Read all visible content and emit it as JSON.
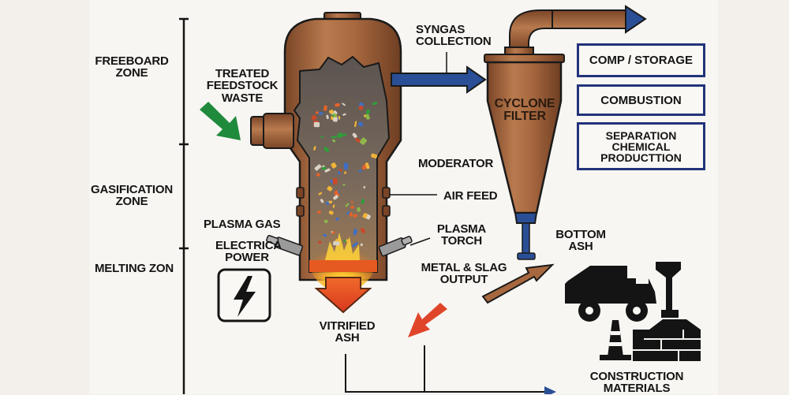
{
  "diagram": {
    "title": "Plasma Gasification Process",
    "zones": [
      {
        "label": "FREEBOARD\nZONE"
      },
      {
        "label": "GASIFICATION\nZONE"
      },
      {
        "label": "MELTING ZON"
      }
    ],
    "labels": {
      "treated_feedstock": "TREATED\nFEEDSTOCK\nWASTE",
      "syngas_collection": "SYNGAS\nCOLLECTION",
      "cyclone_filter": "CYCLONE\nFILTER",
      "moderator": "MODERATOR",
      "air_feed": "AIR FEED",
      "plasma_gas": "PLASMA GAS",
      "electrical_power": "ELECTRICA\nPOWER",
      "plasma_torch": "PLASMA\nTORCH",
      "metal_slag_output": "METAL & SLAG\nOUTPUT",
      "bottom_ash": "BOTTOM\nASH",
      "vitrified_ash": "VITRIFIED\nASH",
      "construction_materials": "CONSTRUCTION\nMATERIALS"
    },
    "outputs": [
      {
        "label": "COMP / STORAGE"
      },
      {
        "label": "COMBUSTION"
      },
      {
        "label": "SEPARATION\nCHEMICAL\nPRODUCTTION"
      }
    ],
    "icons": {
      "power": "lightning-bolt-icon",
      "construction": "dump-truck-traffic-cone-bricks-icon"
    },
    "colors": {
      "copper": "#a8683f",
      "copper_dark": "#6b3d22",
      "syngas_arrow": "#2a4f96",
      "feed_arrow": "#1f8a3c",
      "ash_arrow": "#e0452a",
      "box_border": "#22337a",
      "ink": "#141414"
    }
  }
}
